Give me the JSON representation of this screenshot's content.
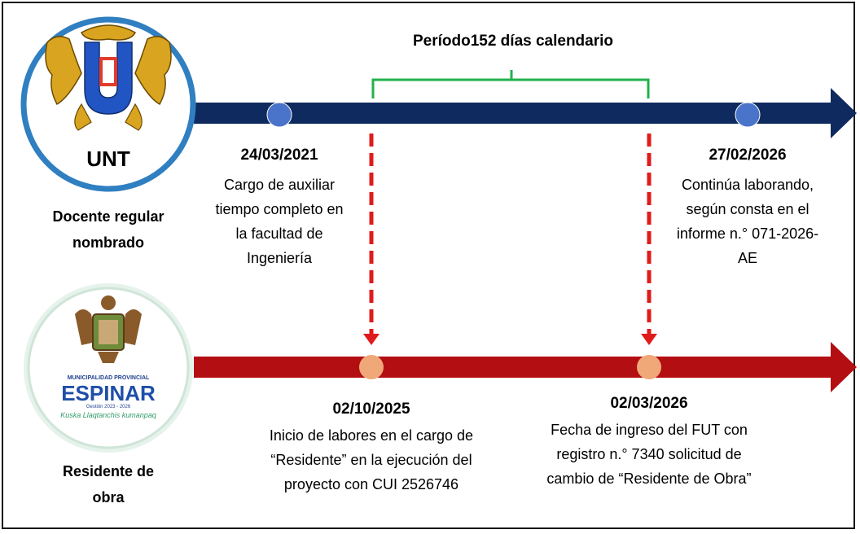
{
  "title": "Período152 días calendario",
  "colors": {
    "top_line": "#0f2a5e",
    "top_dot": "#4a74c9",
    "bottom_line": "#b30e12",
    "bottom_dot": "#f0a878",
    "bracket": "#22b14c",
    "dashed_arrow": "#e01b1b"
  },
  "top_track": {
    "logo_text": "UNT",
    "role": "Docente regular nombrado",
    "events": [
      {
        "date": "24/03/2021",
        "description": "Cargo de auxiliar tiempo completo en la facultad de Ingeniería"
      },
      {
        "date": "27/02/2026",
        "description": "Continúa laborando, según consta en el informe n.° 071-2026-AE"
      }
    ]
  },
  "bottom_track": {
    "logo_small": "MUNICIPALIDAD PROVINCIAL",
    "logo_big": "ESPINAR",
    "logo_sub": "Gestión 2023 - 2026",
    "logo_script": "Kuska Llaqtanchis kumanpaq",
    "role": "Residente de obra",
    "events": [
      {
        "date": "02/10/2025",
        "description": "Inicio de labores en el cargo de “Residente” en la ejecución del proyecto con CUI 2526746"
      },
      {
        "date": "02/03/2026",
        "description": "Fecha de ingreso del FUT con registro n.° 7340 solicitud de cambio de “Residente de Obra”"
      }
    ]
  }
}
